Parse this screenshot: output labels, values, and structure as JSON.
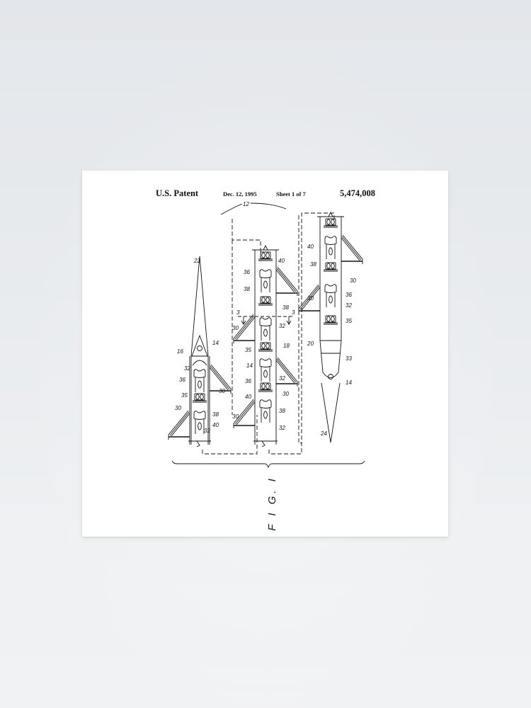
{
  "poster": {
    "header": {
      "title": "U.S. Patent",
      "date": "Dec. 12, 1995",
      "sheet": "Sheet 1 of 7",
      "patent_number": "5,474,008"
    },
    "figure_label": "F I G. I",
    "reference_numerals": {
      "left_section": [
        "22",
        "16",
        "14",
        "32",
        "36",
        "35",
        "30",
        "30",
        "38",
        "40",
        "32"
      ],
      "middle_section": [
        "12",
        "40",
        "36",
        "38",
        "3",
        "3",
        "38",
        "32",
        "30",
        "35",
        "18",
        "14",
        "32",
        "36",
        "30",
        "40",
        "38",
        "30",
        "32"
      ],
      "right_section": [
        "40",
        "38",
        "30",
        "30",
        "36",
        "32",
        "35",
        "20",
        "33",
        "14",
        "24"
      ]
    }
  },
  "colors": {
    "wall": "#e6e9ec",
    "paper": "#ffffff",
    "ink": "#111111"
  }
}
